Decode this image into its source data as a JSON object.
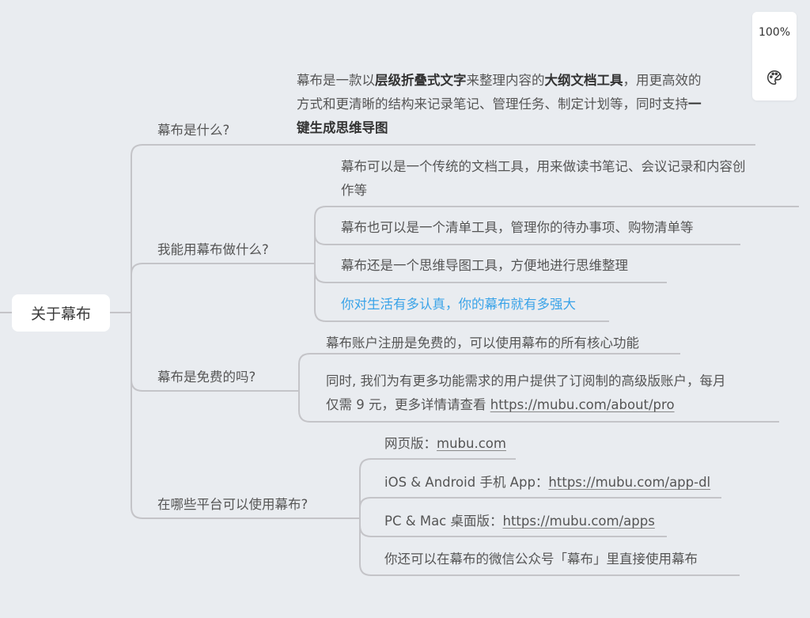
{
  "root": {
    "label": "关于幕布"
  },
  "topics": [
    {
      "label": "幕布是什么?"
    },
    {
      "label": "我能用幕布做什么?"
    },
    {
      "label": "幕布是免费的吗?"
    },
    {
      "label": "在哪些平台可以使用幕布?"
    }
  ],
  "what_is": {
    "t1": "幕布是一款以",
    "b1": "层级折叠式文字",
    "t2": "来整理内容的",
    "b2": "大纲文档工具",
    "t3": "，用更高效的",
    "t4": "方式和更清晰的结构来记录笔记、管理任务、制定计划等，同时支持",
    "b3a": "一",
    "b3b": "键生成思维导图"
  },
  "can_do": {
    "line1": "幕布可以是一个传统的文档工具，用来做读书笔记、会议记录和内容创",
    "line1b": "作等",
    "item2": "幕布也可以是一个清单工具，管理你的待办事项、购物清单等",
    "item3": "幕布还是一个思维导图工具，方便地进行思维整理",
    "item4": "你对生活有多认真，你的幕布就有多强大"
  },
  "free": {
    "item1": "幕布账户注册是免费的，可以使用幕布的所有核心功能",
    "item2a": "同时, 我们为有更多功能需求的用户提供了订阅制的高级版账户，每月",
    "item2b": "仅需 9 元，更多详情请查看 ",
    "item2link": "https://mubu.com/about/pro"
  },
  "platforms": {
    "web_label": "网页版：",
    "web_link": "mubu.com",
    "app_label": "iOS & Android 手机 App：",
    "app_link": "https://mubu.com/app-dl",
    "pc_label": "PC & Mac 桌面版：",
    "pc_link": "https://mubu.com/apps",
    "wechat": "你还可以在幕布的微信公众号「幕布」里直接使用幕布"
  },
  "toolbar": {
    "zoom": "100%",
    "palette_icon": "palette-icon"
  },
  "colors": {
    "background": "#e9ecf0",
    "line": "#c4c4c8",
    "highlight": "#3aa3e8"
  }
}
